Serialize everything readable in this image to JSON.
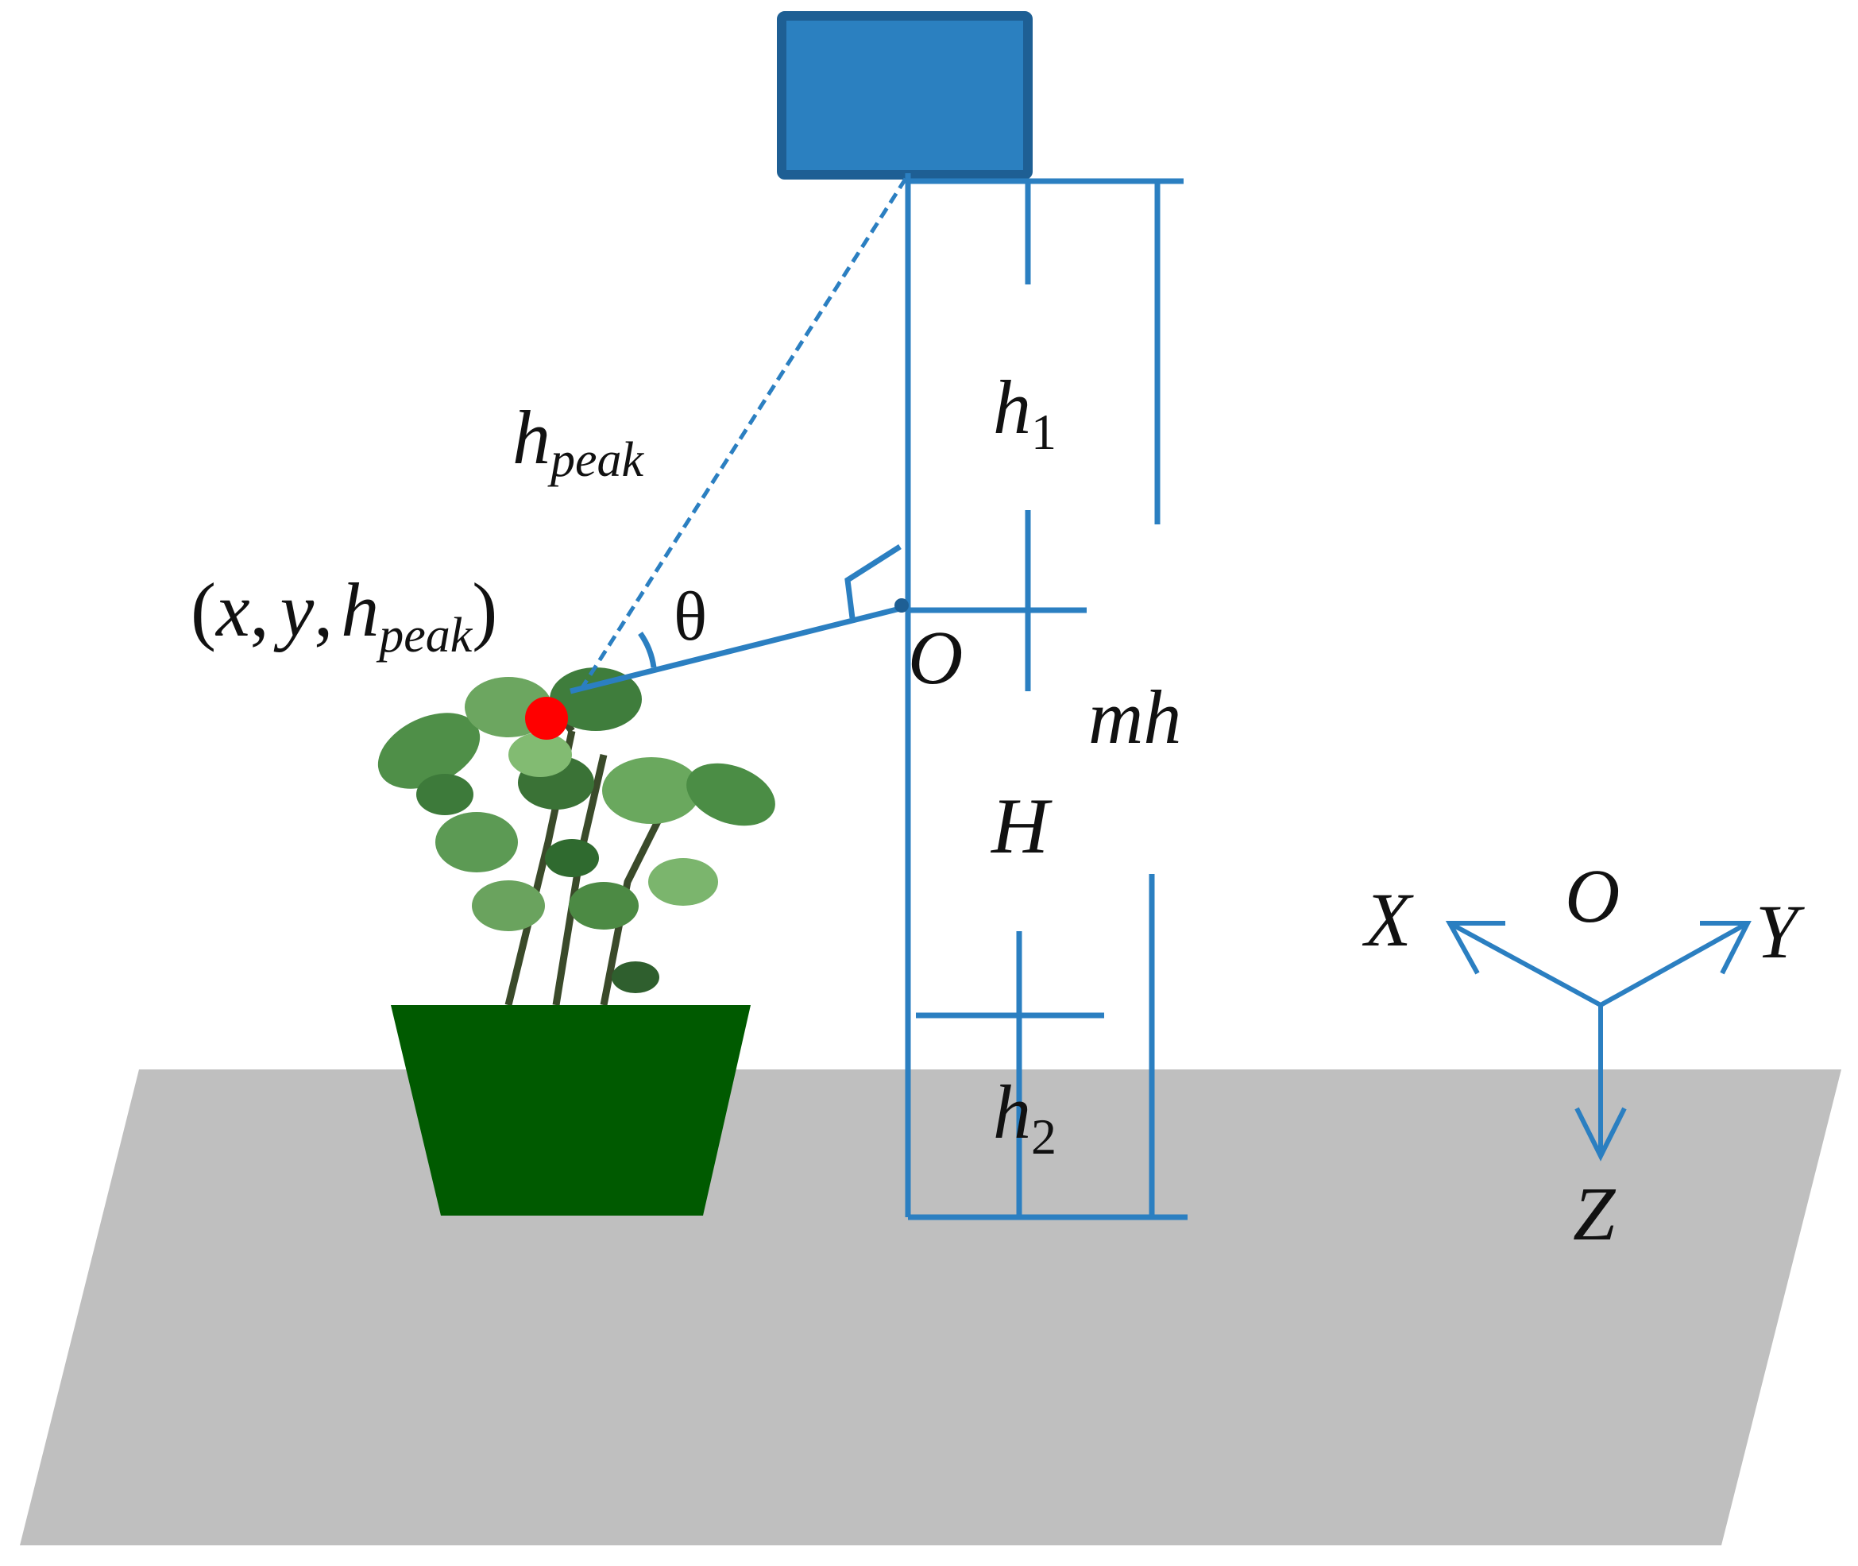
{
  "labels": {
    "h_peak": {
      "base": "h",
      "sub": "peak"
    },
    "point": {
      "open": "(",
      "x": "x",
      "comma1": ",",
      "y": "y",
      "comma2": ",",
      "h": "h",
      "sub": "peak",
      "close": ")"
    },
    "theta": "θ",
    "origin_sensor": "O",
    "h1": {
      "base": "h",
      "sub": "1"
    },
    "h2": {
      "base": "h",
      "sub": "2"
    },
    "H": "H",
    "mh": "mh",
    "axes": {
      "origin": "O",
      "x": "X",
      "y": "Y",
      "z": "Z"
    }
  },
  "colors": {
    "structure_blue": "#2b7fc1",
    "camera_fill": "#2b80c0",
    "camera_border": "#1e5f94",
    "ground": "#bfbfbf",
    "pot": "#005a00",
    "peak_point": "#ff0000",
    "text": "#111111"
  }
}
